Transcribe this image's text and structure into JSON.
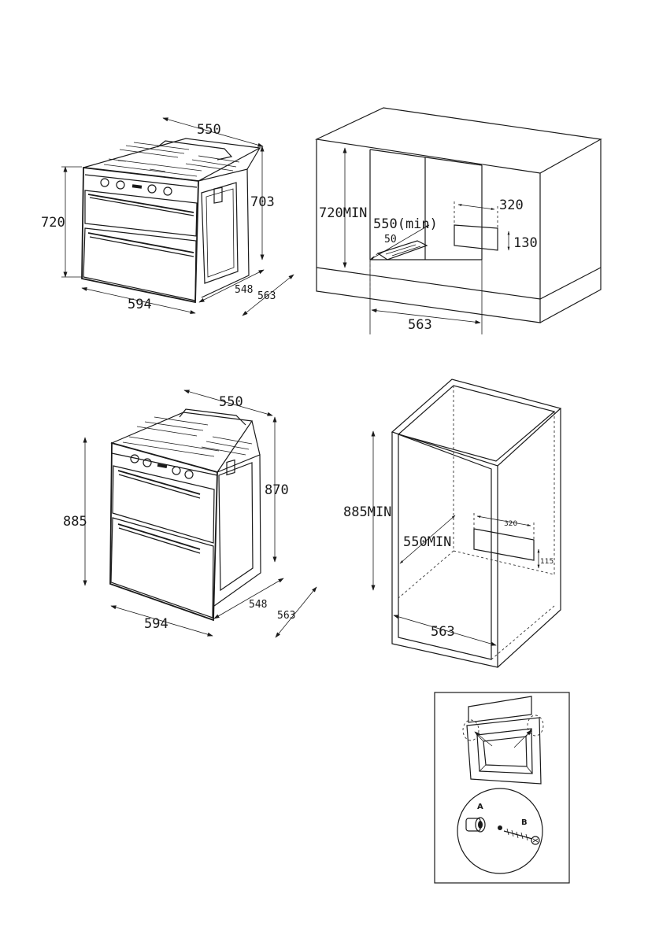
{
  "fig1": {
    "width_top": "550",
    "height_left": "720",
    "height_right": "703",
    "depth_inner": "548",
    "depth_outer": "563",
    "width_front": "594"
  },
  "fig2": {
    "height_min": "720MIN",
    "width_min": "550(min)",
    "vent_depth": "50",
    "vent_width": "320",
    "vent_height": "130",
    "depth": "563"
  },
  "fig3": {
    "width_top": "550",
    "height_left": "885",
    "height_right": "870",
    "depth_inner": "548",
    "depth_outer": "563",
    "width_front": "594"
  },
  "fig4": {
    "height_min": "885MIN",
    "width_min": "550MIN",
    "vent_width": "320",
    "vent_height": "115",
    "depth": "563"
  },
  "fig5": {
    "label_a": "A",
    "label_b": "B"
  }
}
